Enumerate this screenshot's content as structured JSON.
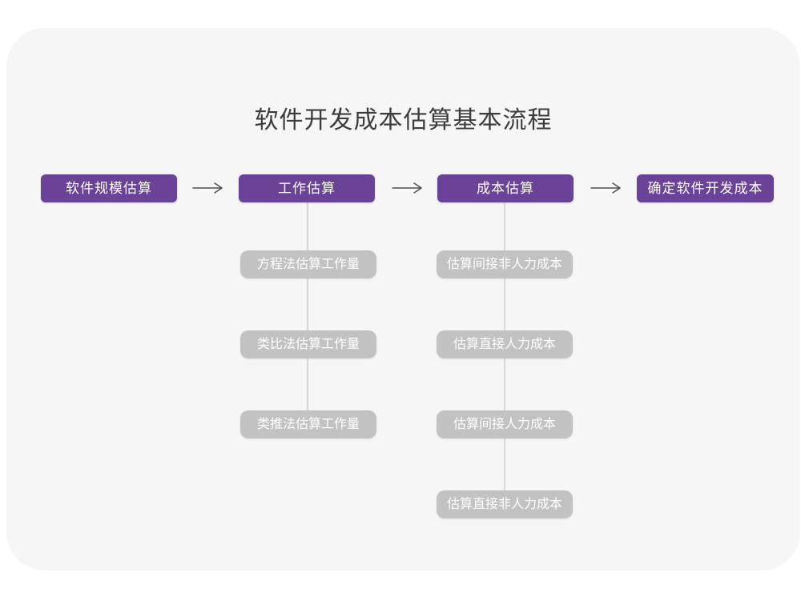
{
  "title": "软件开发成本估算基本流程",
  "flow": {
    "stages": [
      {
        "label": "软件规模估算"
      },
      {
        "label": "工作估算",
        "substeps": [
          "方程法估算工作量",
          "类比法估算工作量",
          "类推法估算工作量"
        ]
      },
      {
        "label": "成本估算",
        "substeps": [
          "估算间接非人力成本",
          "估算直接人力成本",
          "估算间接人力成本",
          "估算直接非人力成本"
        ]
      },
      {
        "label": "确定软件开发成本"
      }
    ]
  },
  "colors": {
    "page_background": "#ffffff",
    "canvas_background": "#f6f6f7",
    "stage_fill": "#6a4399",
    "stage_text": "#ffffff",
    "substep_fill": "#c2c2c2",
    "substep_text": "#ffffff",
    "connector_line": "#d8d8d8",
    "arrow_stroke": "#4d4d4d",
    "title_text": "#3c3c3c"
  }
}
